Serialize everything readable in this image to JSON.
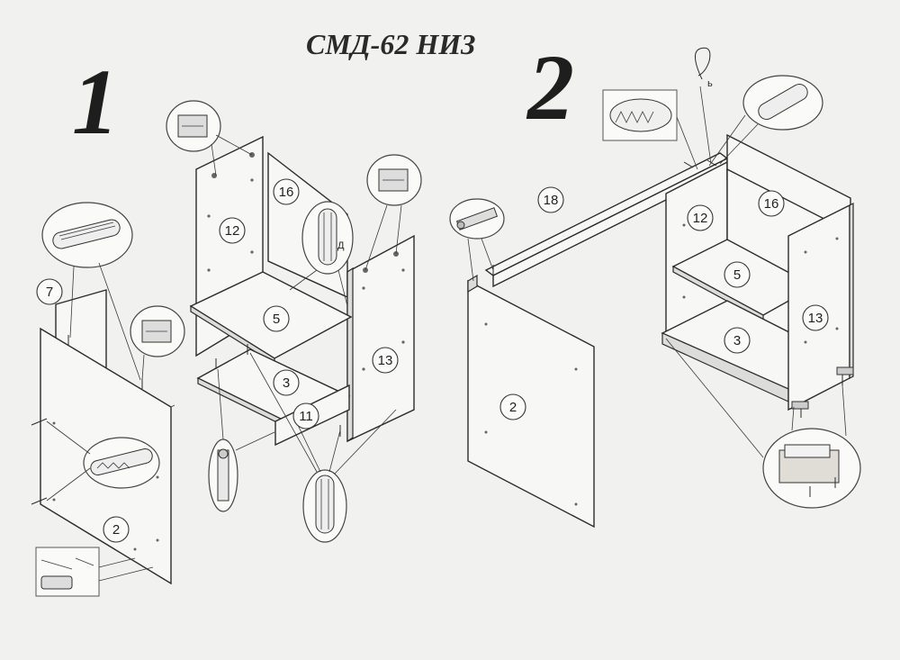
{
  "title": "СМД-62 НИЗ",
  "steps": [
    {
      "number": "1",
      "part_labels": [
        "7",
        "12",
        "16",
        "5",
        "3",
        "11",
        "13",
        "2"
      ],
      "detail_letter": "Д"
    },
    {
      "number": "2",
      "part_labels": [
        "18",
        "12",
        "16",
        "5",
        "13",
        "3",
        "2"
      ]
    }
  ]
}
